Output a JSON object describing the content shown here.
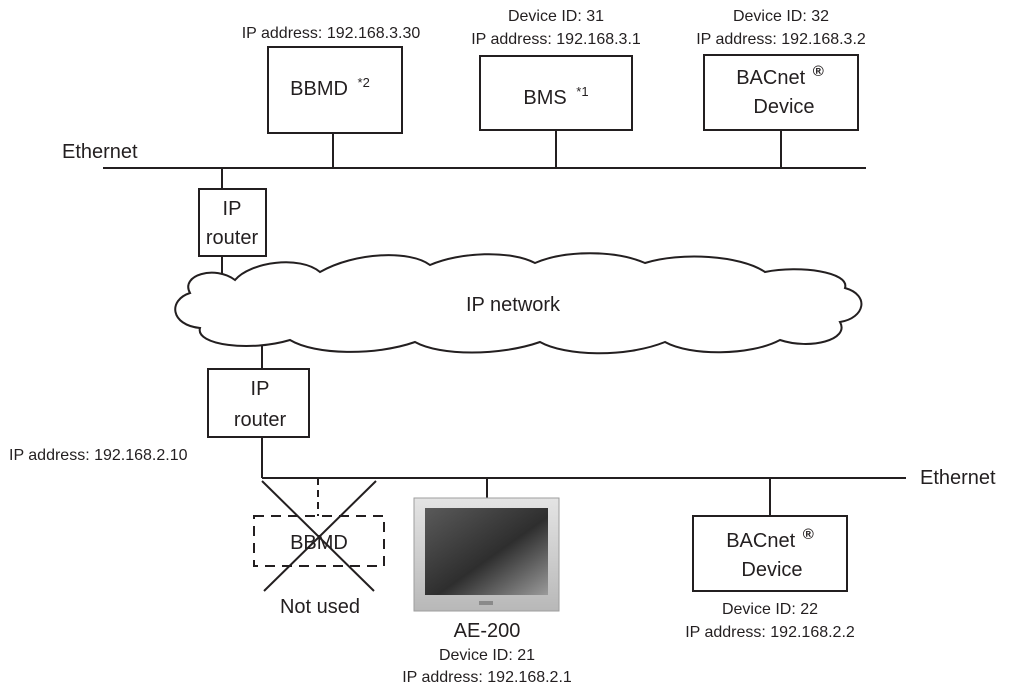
{
  "colors": {
    "line": "#231f20",
    "background": "#ffffff",
    "screen_dark": "#3a3a3a",
    "screen_light": "#9a9a9a",
    "bezel": "#c8c8c8"
  },
  "ethernet_top": {
    "label": "Ethernet"
  },
  "ethernet_bottom": {
    "label": "Ethernet"
  },
  "bbmd_top": {
    "ip": "IP address: 192.168.3.30",
    "name": "BBMD",
    "note": "*2"
  },
  "bms": {
    "device_id": "Device ID: 31",
    "ip": "IP address: 192.168.3.1",
    "name": "BMS",
    "note": "*1"
  },
  "bacnet_top": {
    "device_id": "Device ID: 32",
    "ip": "IP address: 192.168.3.2",
    "name": "BACnet",
    "reg": "®",
    "sub": "Device"
  },
  "router_top": {
    "line1": "IP",
    "line2": "router"
  },
  "cloud": {
    "label": "IP network"
  },
  "router_bottom": {
    "line1": "IP",
    "line2": "router",
    "ip": "IP address: 192.168.2.10"
  },
  "bbmd_unused": {
    "name": "BBMD",
    "status": "Not used"
  },
  "ae200": {
    "name": "AE-200",
    "device_id": "Device ID: 21",
    "ip": "IP address: 192.168.2.1",
    "icon": "touch-panel-icon"
  },
  "bacnet_bottom": {
    "name": "BACnet",
    "reg": "®",
    "sub": "Device",
    "device_id": "Device ID: 22",
    "ip": "IP address: 192.168.2.2"
  }
}
